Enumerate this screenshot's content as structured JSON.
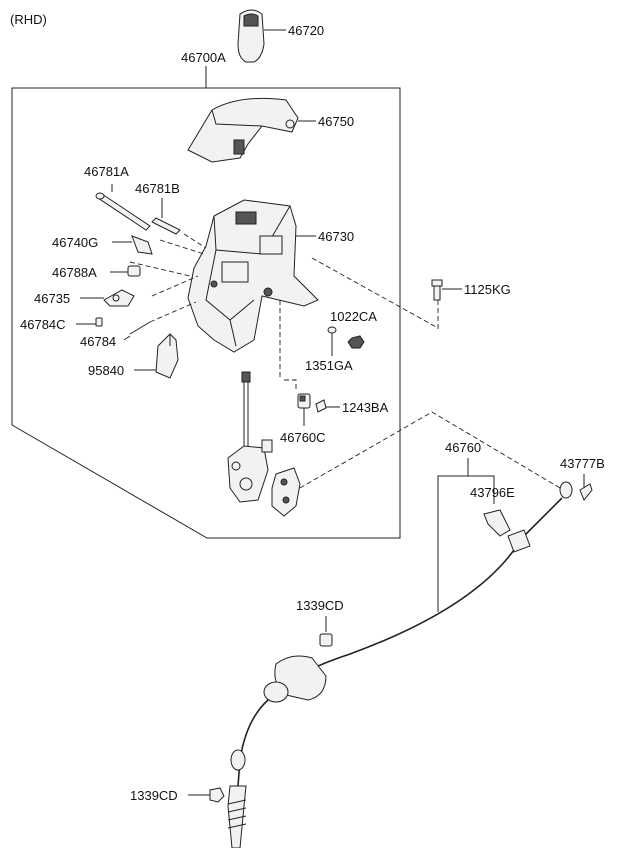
{
  "variant": "(RHD)",
  "parts": {
    "knob": "46720",
    "assembly": "46700A",
    "cover": "46750",
    "pin_a": "46781A",
    "pin_b": "46781B",
    "bracket": "46730",
    "solenoid_g": "46740G",
    "bushing_a": "46788A",
    "lever_plate": "46735",
    "clip_c": "46784C",
    "spring": "46784",
    "wire_clip": "95840",
    "bolt": "1125KG",
    "washer_ca": "1022CA",
    "nut_ga": "1351GA",
    "screw_ba": "1243BA",
    "switch_c": "46760C",
    "cable": "46760",
    "pin_b2": "43777B",
    "clip_e": "43796E",
    "nut_cd_1": "1339CD",
    "nut_cd_2": "1339CD"
  }
}
